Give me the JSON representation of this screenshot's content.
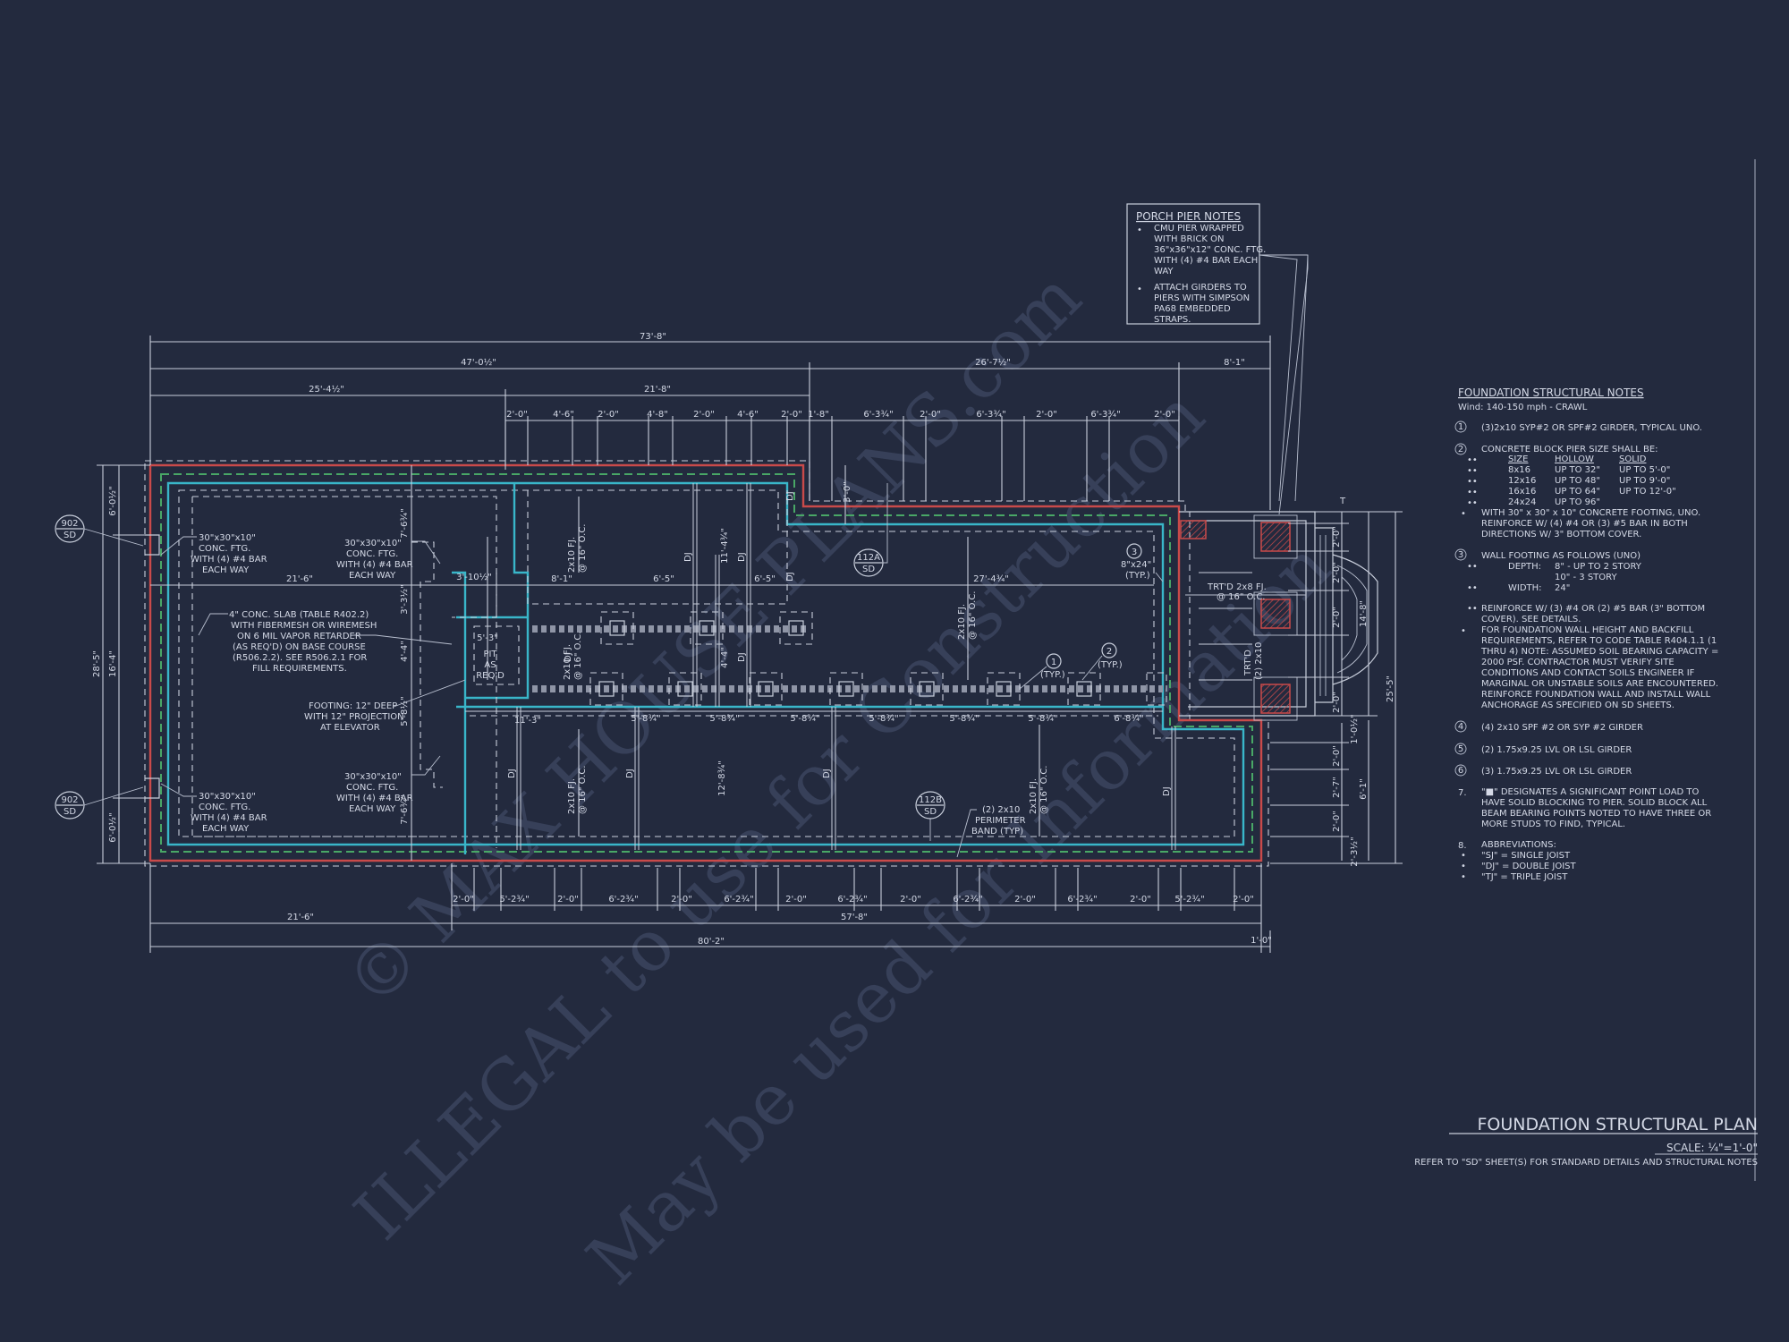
{
  "title_block": {
    "title": "FOUNDATION STRUCTURAL PLAN",
    "scale": "SCALE: ¼\"=1'-0\"",
    "note": "REFER TO \"SD\" SHEET(S) FOR STANDARD DETAILS AND STRUCTURAL NOTES"
  },
  "porch_pier_notes": {
    "heading": "PORCH PIER NOTES",
    "items": [
      [
        "CMU PIER WRAPPED",
        "WITH BRICK ON",
        "36\"x36\"x12\" CONC. FTG.",
        "WITH (4) #4 BAR EACH",
        "WAY"
      ],
      [
        "ATTACH GIRDERS TO",
        "PIERS WITH SIMPSON",
        "PA68 EMBEDDED",
        "STRAPS."
      ]
    ]
  },
  "structural_notes": {
    "heading": "FOUNDATION STRUCTURAL NOTES",
    "wind": "Wind: 140-150 mph - CRAWL",
    "n1": "(3)2x10 SYP#2 OR SPF#2 GIRDER, TYPICAL UNO.",
    "n2": "CONCRETE BLOCK PIER SIZE SHALL BE:",
    "pier_table": {
      "headers": [
        "SIZE",
        "HOLLOW",
        "SOLID"
      ],
      "rows": [
        [
          "8x16",
          "UP TO 32\"",
          "UP TO 5'-0\""
        ],
        [
          "12x16",
          "UP TO 48\"",
          "UP TO 9'-0\""
        ],
        [
          "16x16",
          "UP TO 64\"",
          "UP TO 12'-0\""
        ],
        [
          "24x24",
          "UP TO 96\"",
          ""
        ]
      ]
    },
    "n2b": [
      "WITH 30\" x 30\" x 10\" CONCRETE FOOTING, UNO.",
      "REINFORCE W/ (4) #4 OR (3) #5 BAR IN BOTH",
      "DIRECTIONS W/ 3\" BOTTOM COVER."
    ],
    "n3": "WALL FOOTING AS FOLLOWS (UNO)",
    "n3_rows": [
      [
        "DEPTH:",
        "8\" - UP TO 2 STORY"
      ],
      [
        "",
        "10\" - 3 STORY"
      ],
      [
        "WIDTH:",
        "24\""
      ]
    ],
    "n3b": [
      "REINFORCE W/ (3) #4 OR (2) #5 BAR (3\" BOTTOM",
      "COVER). SEE DETAILS."
    ],
    "n3c": [
      "FOR FOUNDATION WALL HEIGHT AND BACKFILL",
      "REQUIREMENTS, REFER TO CODE TABLE R404.1.1 (1",
      "THRU 4) NOTE: ASSUMED SOIL BEARING CAPACITY =",
      "2000 PSF. CONTRACTOR MUST VERIFY SITE",
      "CONDITIONS AND CONTACT SOILS ENGINEER IF",
      "MARGINAL OR UNSTABLE SOILS ARE ENCOUNTERED.",
      "REINFORCE FOUNDATION WALL AND INSTALL WALL",
      "ANCHORAGE AS SPECIFIED ON SD SHEETS."
    ],
    "n4": "(4) 2x10 SPF #2 OR SYP #2 GIRDER",
    "n5": "(2) 1.75x9.25 LVL OR LSL GIRDER",
    "n6": "(3) 1.75x9.25 LVL OR LSL GIRDER",
    "n7": [
      "\"■\" DESIGNATES A SIGNIFICANT POINT LOAD TO",
      "HAVE SOLID BLOCKING TO  PIER. SOLID BLOCK ALL",
      "BEAM BEARING POINTS NOTED TO HAVE THREE OR",
      "MORE STUDS TO FIND, TYPICAL."
    ],
    "n8": "ABBREVIATIONS:",
    "abbr": [
      "\"SJ\" = SINGLE JOIST",
      "\"DJ\" = DOUBLE JOIST",
      "\"TJ\" = TRIPLE JOIST"
    ]
  },
  "dims_top": {
    "overall": "73'-8\"",
    "d47": "47'-0½\"",
    "d26": "26'-7½\"",
    "d25": "25'-4½\"",
    "d21": "21'-8\"",
    "d8": "8'-1\"",
    "row": [
      "2'-0\"",
      "4'-6\"",
      "2'-0\"",
      "4'-8\"",
      "2'-0\"",
      "4'-6\"",
      "2'-0\"",
      "1'-8\"",
      "6'-3¾\"",
      "2'-0\"",
      "6'-3¾\"",
      "2'-0\"",
      "6'-3¾\"",
      "2'-0\""
    ]
  },
  "dims_bottom": {
    "row": [
      "2'-0\"",
      "5'-2¾\"",
      "2'-0\"",
      "6'-2¾\"",
      "2'-0\"",
      "6'-2¾\"",
      "2'-0\"",
      "6'-2¾\"",
      "2'-0\"",
      "6'-2¾\"",
      "2'-0\"",
      "6'-2¾\"",
      "2'-0\"",
      "5'-2¾\"",
      "2'-0\""
    ],
    "d21": "21'-6\"",
    "d57": "57'-8\"",
    "d80": "80'-2\"",
    "d1": "1'-0\""
  },
  "dims_left": {
    "overall": "28'-5\"",
    "inner": "16'-4\"",
    "top": "6'-0½\"",
    "bottom": "6'-0½\""
  },
  "dims_right": {
    "overall": "25'-5\"",
    "d14": "14'-8\"",
    "d6": "6'-1\"",
    "rows": [
      "2'-0\"",
      "2'-0\"",
      "2'-0\"",
      "2'-0\"",
      "1'-0½\"",
      "2'-0\"",
      "2'-7\"",
      "2'-0\"",
      "2'-3½\""
    ],
    "t": "T"
  },
  "callouts": {
    "c902a": [
      "902",
      "SD"
    ],
    "c902b": [
      "902",
      "SD"
    ],
    "c112a": [
      "112A",
      "SD"
    ],
    "c112b": [
      "112B",
      "SD"
    ],
    "n1": "1",
    "n2": "2",
    "n3": "3",
    "typ1": "(TYP.)",
    "typ2": "(TYP.)",
    "typ3": "8\"x24\"",
    "typ3b": "(TYP.)"
  },
  "labels": {
    "ftg_tl": [
      "30\"x30\"x10\"",
      "CONC. FTG.",
      "WITH (4) #4 BAR",
      "EACH WAY"
    ],
    "ftg_tc": [
      "30\"x30\"x10\"",
      "CONC. FTG.",
      "WITH (4) #4 BAR",
      "EACH WAY"
    ],
    "ftg_bl": [
      "30\"x30\"x10\"",
      "CONC. FTG.",
      "WITH (4) #4 BAR",
      "EACH WAY"
    ],
    "ftg_bc": [
      "30\"x30\"x10\"",
      "CONC. FTG.",
      "WITH (4) #4 BAR",
      "EACH WAY"
    ],
    "slab": [
      "4\" CONC. SLAB (TABLE R402.2)",
      "WITH FIBERMESH OR WIREMESH",
      "ON 6 MIL VAPOR RETARDER",
      "(AS REQ'D) ON BASE COURSE",
      "(R506.2.2). SEE R506.2.1 FOR",
      "FILL REQUIREMENTS."
    ],
    "footing": [
      "FOOTING: 12\" DEEP",
      "WITH 12\" PROJECTION",
      "AT ELEVATOR"
    ],
    "pit": [
      "PIT",
      "AS",
      "REQ'D"
    ],
    "band": [
      "(2) 2x10",
      "PERIMETER",
      "BAND (TYP)"
    ],
    "trtd": [
      "TRT'D 2x8 FJ.",
      "@ 16\" O.C."
    ],
    "trtd2": [
      "TRT'D",
      "(2) 2x10"
    ],
    "fj1": [
      "2x10 FJ.",
      "@ 16\" O.C."
    ],
    "fj2": [
      "2x10 FJ.",
      "@ 16\" O.C."
    ],
    "fj3": [
      "2x10 FJ.",
      "@ 16\" O.C."
    ],
    "fj4": [
      "2x10 FJ.",
      "@ 16\" O.C."
    ],
    "fj5": [
      "2x10 FJ.",
      "@ 16\" O.C."
    ],
    "dj": "DJ",
    "in_dims": {
      "d21_6": "21'-6\"",
      "d8_1": "8'-1\"",
      "d6_5a": "6'-5\"",
      "d6_5b": "6'-5\"",
      "d27": "27'-4¾\"",
      "d5_3": "5'-3\"",
      "d3_10": "3'-10½\"",
      "d11_3": "11'-3\"",
      "d11_4": "11'-4¾\"",
      "d4_4": "4'-4\"",
      "d12_8": "12'-8¾\"",
      "d7_6a": "7'-6¾\"",
      "d7_6b": "7'-6¾\"",
      "d3_3": "3'-3½\"",
      "d4_4b": "4'-4\"",
      "d5_8": "5'-8½\"",
      "d3_0": "3'-0\"",
      "pier_row": [
        "5'-8¾\"",
        "5'-8¾\"",
        "5'-8¾\"",
        "5'-8¾\"",
        "5'-8¾\"",
        "5'-8¾\"",
        "6'-8¾\""
      ]
    }
  },
  "watermark": {
    "line1": "© MAX HOUSE PLANS.com",
    "line2": "ILLEGAL to use for Construction",
    "line3": "May be used for Information"
  }
}
